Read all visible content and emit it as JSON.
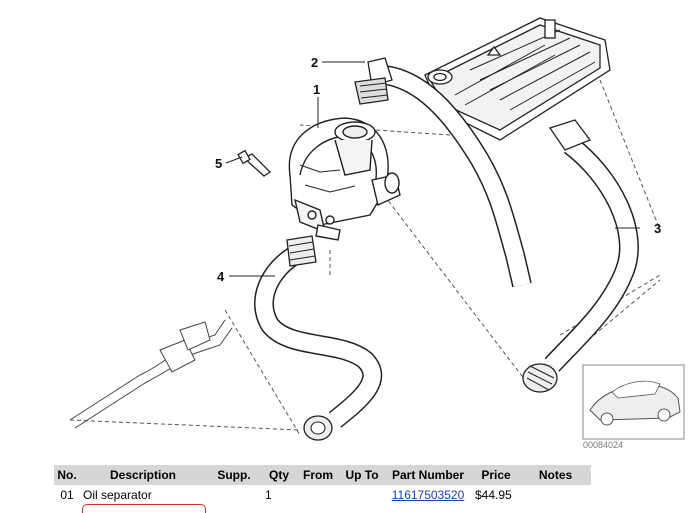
{
  "diagram": {
    "callouts": [
      "1",
      "2",
      "3",
      "4",
      "5"
    ],
    "thumbnail_id": "00084024",
    "thumbnail_icon": "car-thumbnail-icon"
  },
  "table": {
    "headers": [
      "No.",
      "Description",
      "Supp.",
      "Qty",
      "From",
      "Up To",
      "Part Number",
      "Price",
      "Notes"
    ],
    "rows": [
      {
        "no": "01",
        "description": "Oil separator",
        "supp": "",
        "qty": "1",
        "from": "",
        "upto": "",
        "part_number": "11617503520",
        "price": "$44.95",
        "notes": ""
      }
    ],
    "header_bg": "#d6d6d6",
    "link_color": "#1a3fb8"
  }
}
